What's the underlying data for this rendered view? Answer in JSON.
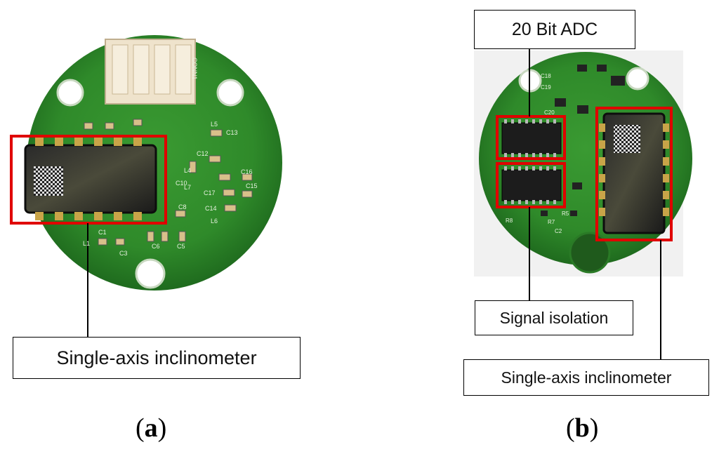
{
  "panel_a": {
    "label_open": "(",
    "label_letter": "a",
    "label_close": ")",
    "callouts": {
      "inclinometer": "Single-axis inclinometer"
    },
    "pcb_silkscreen": [
      "CONN1",
      "C13",
      "C12",
      "L5",
      "L4",
      "C10",
      "C17",
      "C14",
      "C15",
      "C16",
      "C8",
      "L6",
      "L7",
      "C1",
      "C3",
      "C5",
      "C6",
      "L1"
    ]
  },
  "panel_b": {
    "label_open": "(",
    "label_letter": "b",
    "label_close": ")",
    "callouts": {
      "adc": "20 Bit ADC",
      "isolation": "Signal isolation",
      "inclinometer": "Single-axis inclinometer"
    },
    "pcb_silkscreen": [
      "C18",
      "C19",
      "C20",
      "C2",
      "R5",
      "R7",
      "R8"
    ]
  },
  "colors": {
    "pcb_green": "#2f8a2a",
    "pcb_dark": "#1f6b1e",
    "highlight_red": "#e00000",
    "chip_black": "#1a1a1a",
    "gold_pad": "#c9a448",
    "connector_cream": "#efe3cc"
  }
}
